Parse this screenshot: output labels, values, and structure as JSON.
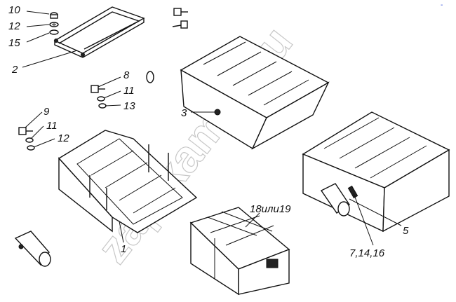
{
  "watermark": "zap-kamaz.ru",
  "corner_mark": "-",
  "callouts": {
    "c10": "10",
    "c12a": "12",
    "c15": "15",
    "c2": "2",
    "c8": "8",
    "c11a": "11",
    "c13": "13",
    "c3": "3",
    "c9": "9",
    "c11b": "11",
    "c12b": "12",
    "c1": "1",
    "c18": "18или19",
    "c5": "5",
    "c7": "7,14,16"
  }
}
